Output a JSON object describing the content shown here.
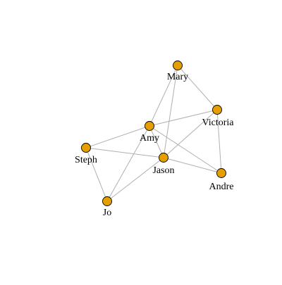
{
  "graph": {
    "node_color": "#E69F00",
    "node_stroke": "#000000",
    "edge_color": "#b0b0b0",
    "nodes": [
      {
        "id": "Mary",
        "label": "Mary"
      },
      {
        "id": "Victoria",
        "label": "Victoria"
      },
      {
        "id": "Amy",
        "label": "Amy"
      },
      {
        "id": "Steph",
        "label": "Steph"
      },
      {
        "id": "Jason",
        "label": "Jason"
      },
      {
        "id": "Andre",
        "label": "Andre"
      },
      {
        "id": "Jo",
        "label": "Jo"
      }
    ],
    "edges": [
      {
        "source": "Mary",
        "target": "Amy"
      },
      {
        "source": "Mary",
        "target": "Jason"
      },
      {
        "source": "Mary",
        "target": "Victoria"
      },
      {
        "source": "Amy",
        "target": "Victoria"
      },
      {
        "source": "Amy",
        "target": "Steph"
      },
      {
        "source": "Amy",
        "target": "Jason"
      },
      {
        "source": "Amy",
        "target": "Jo"
      },
      {
        "source": "Amy",
        "target": "Andre"
      },
      {
        "source": "Victoria",
        "target": "Jason"
      },
      {
        "source": "Victoria",
        "target": "Andre"
      },
      {
        "source": "Steph",
        "target": "Jason"
      },
      {
        "source": "Steph",
        "target": "Jo"
      },
      {
        "source": "Jason",
        "target": "Jo"
      },
      {
        "source": "Jason",
        "target": "Andre"
      }
    ]
  }
}
